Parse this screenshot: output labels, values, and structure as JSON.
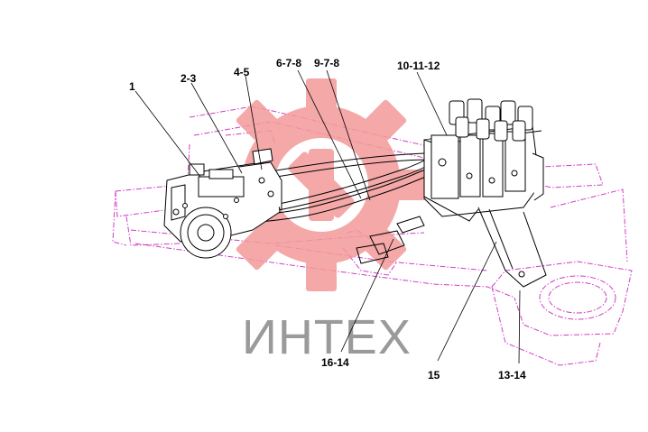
{
  "callouts": {
    "c1": "1",
    "c2_3": "2-3",
    "c4_5": "4-5",
    "c6_7_8": "6-7-8",
    "c9_7_8": "9-7-8",
    "c10_11_12": "10-11-12",
    "c15": "15",
    "c13_14": "13-14",
    "c16_14": "16-14"
  },
  "watermark": {
    "text": "ИНТЕХ",
    "gear_color": "#f39a9a",
    "text_color": "#9a9a9a"
  },
  "colors": {
    "frame": "#d23cc8",
    "ink": "#000000",
    "background": "#ffffff"
  }
}
